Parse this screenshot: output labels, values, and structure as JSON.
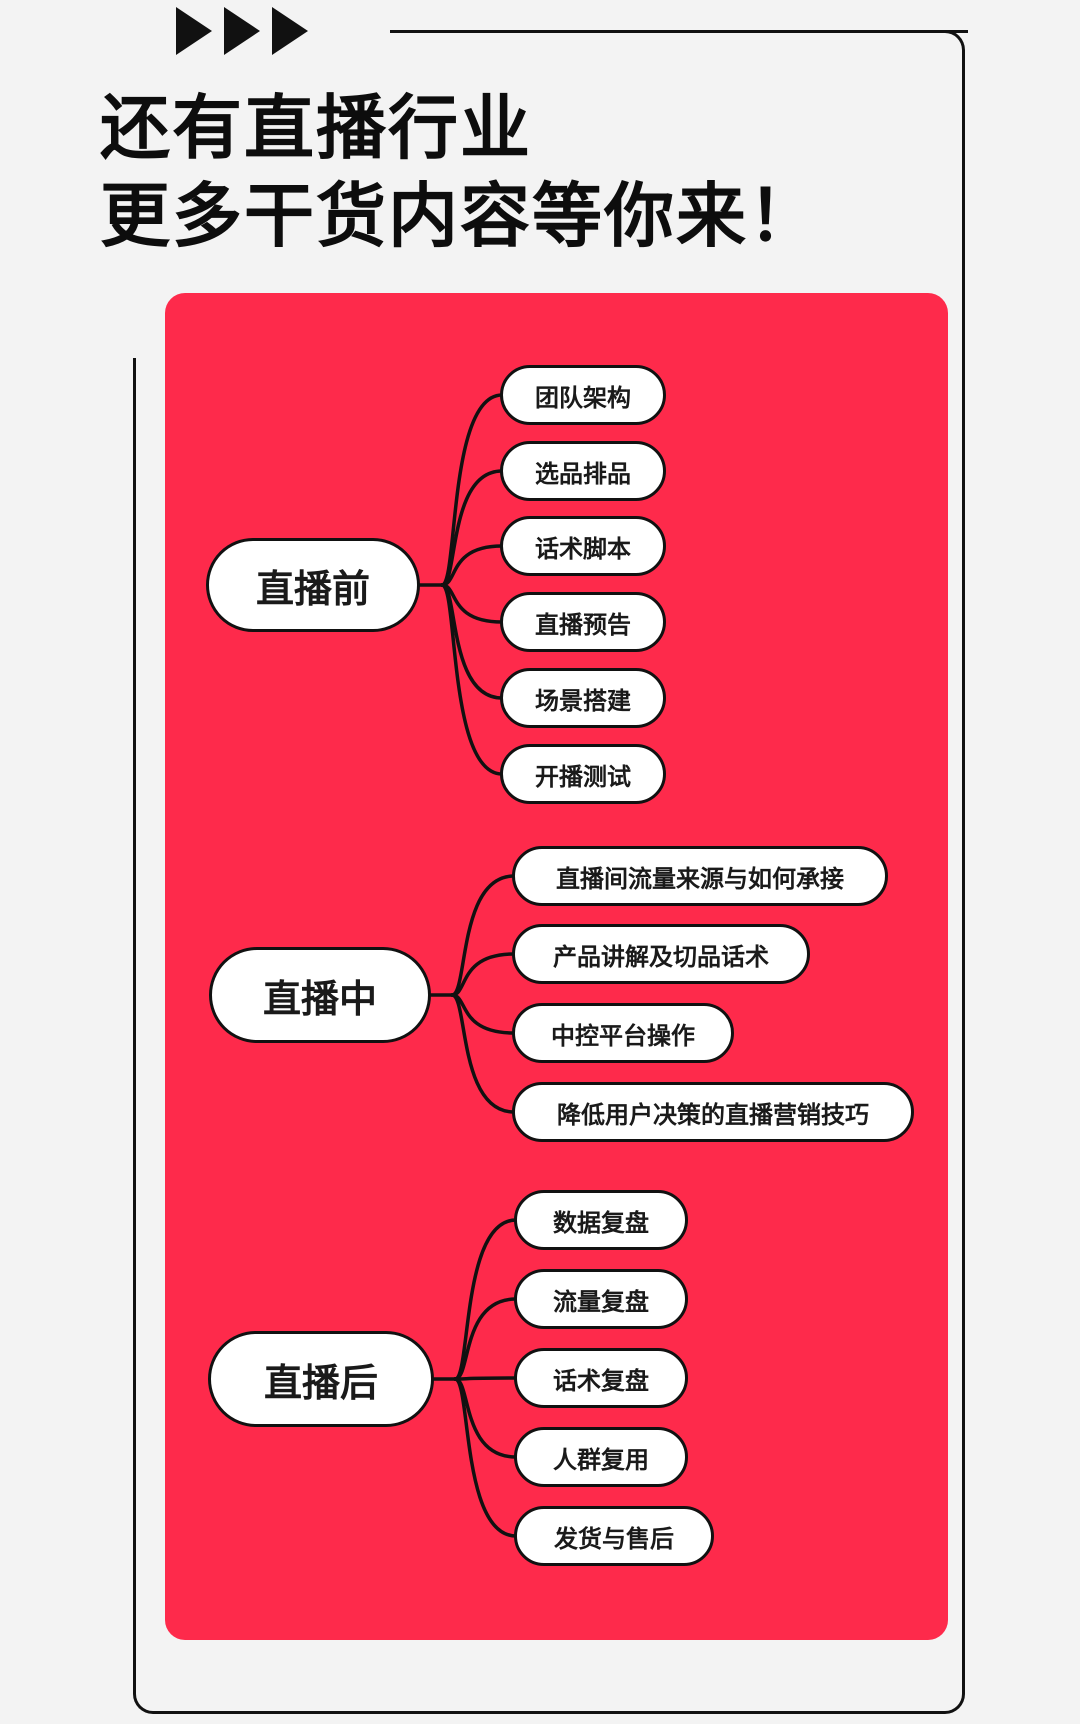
{
  "headline": {
    "line1": "还有直播行业",
    "line2": "更多干货内容等你来！"
  },
  "groups": [
    {
      "title": "直播前",
      "items": [
        "团队架构",
        "选品排品",
        "话术脚本",
        "直播预告",
        "场景搭建",
        "开播测试"
      ]
    },
    {
      "title": "直播中",
      "items": [
        "直播间流量来源与如何承接",
        "产品讲解及切品话术",
        "中控平台操作",
        "降低用户决策的直播营销技巧"
      ]
    },
    {
      "title": "直播后",
      "items": [
        "数据复盘",
        "流量复盘",
        "话术复盘",
        "人群复用",
        "发货与售后"
      ]
    }
  ],
  "colors": {
    "panel": "#fe2a4b",
    "background": "#f3f3f3",
    "ink": "#111111",
    "node_fill": "#ffffff"
  }
}
